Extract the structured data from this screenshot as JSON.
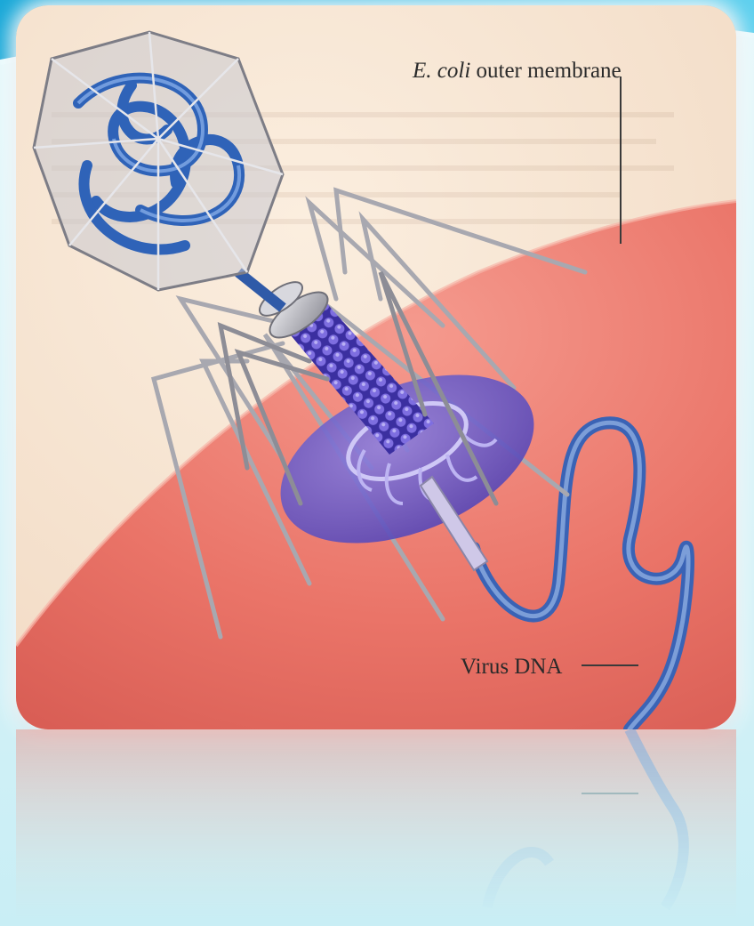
{
  "labels": {
    "membrane_species": "E. coli",
    "membrane_rest": "outer membrane",
    "dna": "Virus DNA"
  },
  "colors": {
    "background": "#d9f3f8",
    "paper": "#f6e3cf",
    "membrane": "#ec7a6e",
    "dna_blue": "#3f72c0",
    "baseplate_purple": "#6a5bc9",
    "tail_fiber": "#9a9aa2"
  },
  "icons": {
    "virus": "bacteriophage-icon"
  }
}
